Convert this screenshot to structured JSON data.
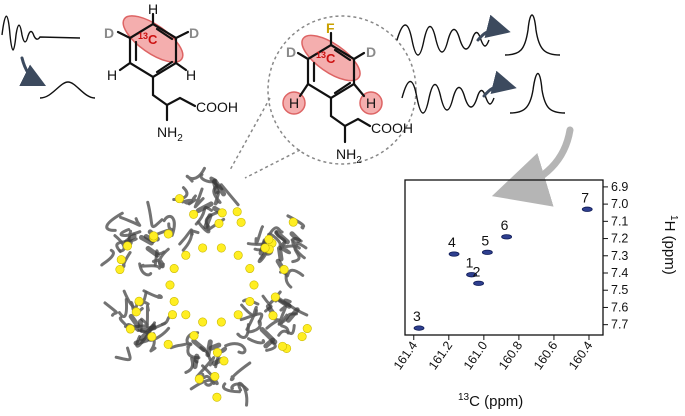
{
  "left_molecule": {
    "h_top": "H",
    "d_left": "D",
    "c13_mass": "13",
    "c13_element": "C",
    "d_right": "D",
    "h_left": "H",
    "h_right": "H",
    "cooh": "COOH",
    "nh2_base": "NH",
    "nh2_sub": "2"
  },
  "right_molecule": {
    "f_label": "F",
    "c13_mass": "13",
    "c13_element": "C",
    "d_left": "D",
    "d_right": "D",
    "h_left": "H",
    "h_right": "H",
    "cooh": "COOH",
    "nh2_base": "NH",
    "nh2_sub": "2"
  },
  "colors": {
    "highlight": "#f3a0a0",
    "c13": "#cc1111",
    "fluorine": "#c9a000",
    "deuterium": "#8a8a8a",
    "protein": "#5a5a5a",
    "label_sites": "#ffee22",
    "arrow": "#3c4a5e",
    "peaks": "#2e3f8f"
  },
  "chart_data": {
    "type": "scatter",
    "xlabel_sup": "13",
    "xlabel_main": "C (ppm)",
    "ylabel_sup": "1",
    "ylabel_main": "H (ppm)",
    "x_ticks": [
      "161.4",
      "161.2",
      "161.0",
      "160.8",
      "160.6",
      "160.4"
    ],
    "y_ticks": [
      "6.9",
      "7.0",
      "7.1",
      "7.2",
      "7.3",
      "7.4",
      "7.5",
      "7.6",
      "7.7"
    ],
    "xlim": [
      161.45,
      160.32
    ],
    "ylim": [
      6.86,
      7.76
    ],
    "x_reversed": true,
    "y_reversed": true,
    "points": [
      {
        "label": "1",
        "x": 161.07,
        "y": 7.41
      },
      {
        "label": "2",
        "x": 161.03,
        "y": 7.46
      },
      {
        "label": "3",
        "x": 161.37,
        "y": 7.72
      },
      {
        "label": "4",
        "x": 161.17,
        "y": 7.29
      },
      {
        "label": "5",
        "x": 160.98,
        "y": 7.28
      },
      {
        "label": "6",
        "x": 160.87,
        "y": 7.19
      },
      {
        "label": "7",
        "x": 160.41,
        "y": 7.03
      }
    ]
  }
}
